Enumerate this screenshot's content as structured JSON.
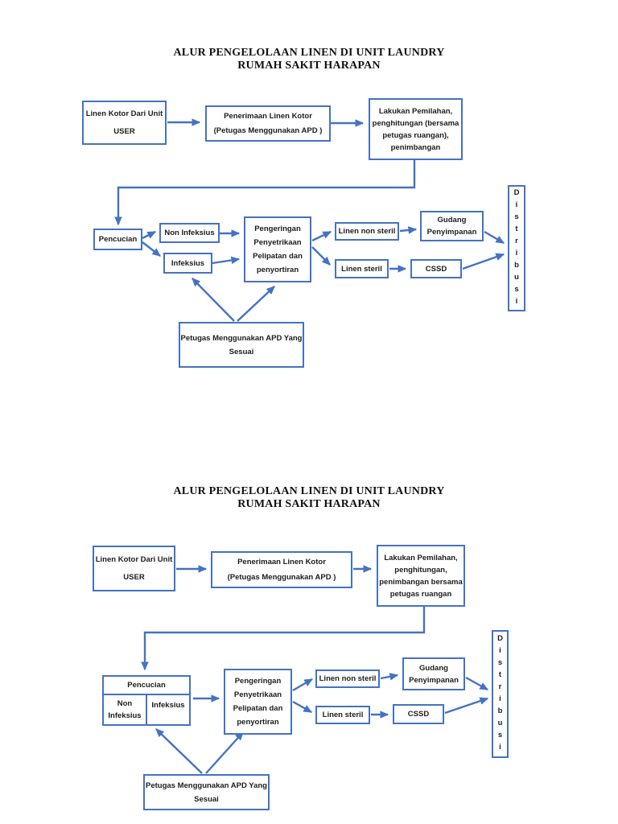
{
  "colors": {
    "accent": "#4472c4",
    "text": "#1c1c1c",
    "background": "#ffffff"
  },
  "d1": {
    "title1": "ALUR PENGELOLAAN LINEN DI UNIT LAUNDRY",
    "title2": "RUMAH SAKIT HARAPAN",
    "source_l1": "Linen Kotor Dari Unit",
    "source_l2": "USER",
    "receive_l1": "Penerimaan Linen Kotor",
    "receive_l2": "(Petugas Menggunakan APD )",
    "sort_l1": "Lakukan Pemilahan,",
    "sort_l2": "penghitungan (bersama",
    "sort_l3": "petugas ruangan),",
    "sort_l4": "penimbangan",
    "pencucian": "Pencucian",
    "non_infeksius": "Non Infeksius",
    "infeksius": "Infeksius",
    "pengeringan_l1": "Pengeringan",
    "pengeringan_l2": "Penyetrikaan",
    "pengeringan_l3": "Pelipatan dan",
    "pengeringan_l4": "penyortiran",
    "linen_non_steril": "Linen non steril",
    "linen_steril": "Linen steril",
    "gudang_l1": "Gudang",
    "gudang_l2": "Penyimpanan",
    "cssd": "CSSD",
    "distribusi": "Distribusi",
    "petugas_l1": "Petugas Menggunakan APD Yang",
    "petugas_l2": "Sesuai"
  },
  "d2": {
    "title1": "ALUR PENGELOLAAN LINEN DI UNIT LAUNDRY",
    "title2": "RUMAH SAKIT HARAPAN",
    "source_l1": "Linen Kotor Dari Unit",
    "source_l2": "USER",
    "receive_l1": "Penerimaan Linen Kotor",
    "receive_l2": "(Petugas Menggunakan APD )",
    "sort_l1": "Lakukan Pemilahan,",
    "sort_l2": "penghitungan,",
    "sort_l3": "penimbangan bersama",
    "sort_l4": "petugas ruangan",
    "pencucian": "Pencucian",
    "non_l1": "Non",
    "non_l2": "Infeksius",
    "infeksius": "Infeksius",
    "pengeringan_l1": "Pengeringan",
    "pengeringan_l2": "Penyetrikaan",
    "pengeringan_l3": "Pelipatan dan",
    "pengeringan_l4": "penyortiran",
    "linen_non_steril": "Linen non steril",
    "linen_steril": "Linen steril",
    "gudang_l1": "Gudang",
    "gudang_l2": "Penyimpanan",
    "cssd": "CSSD",
    "distribusi": "Distribusi",
    "petugas_l1": "Petugas Menggunakan APD Yang",
    "petugas_l2": "Sesuai"
  }
}
